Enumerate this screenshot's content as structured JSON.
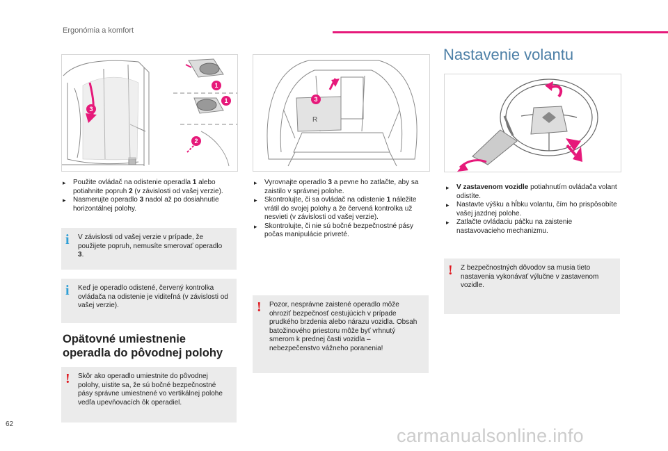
{
  "header": {
    "section_title": "Ergonómia a komfort"
  },
  "page_number": "62",
  "watermark": "carmanualsonline.info",
  "colors": {
    "accent": "#e6197a",
    "info_icon": "#2f9fd6",
    "warning_icon": "#e0181f",
    "title": "#4c7fa6",
    "note_bg": "#ebebeb"
  },
  "figures": {
    "seat": {
      "callouts": [
        "1",
        "1",
        "2",
        "3"
      ]
    },
    "trunk": {
      "callouts": [
        "3"
      ]
    },
    "steering": {}
  },
  "col1": {
    "bullets": [
      [
        "Použite ovládač na odistenie operadla ",
        "1",
        " alebo potiahnite popruh ",
        "2",
        " (v závislosti od vašej verzie)."
      ],
      [
        "Nasmerujte operadlo ",
        "3",
        " nadol až po dosiahnutie horizontálnej polohy."
      ]
    ],
    "info1": [
      "V závislosti od vašej verzie v prípade, že použijete popruh, nemusíte smerovať operadlo ",
      "3",
      "."
    ],
    "info2": "Keď je operadlo odistené, červený kontrolka ovládača na odistenie je viditeľná (v závislosti od vašej verzie).",
    "section_title_line1": "Opätovné umiestnenie",
    "section_title_line2": "operadla do pôvodnej polohy",
    "warning": "Skôr ako operadlo umiestnite do pôvodnej polohy, uistite sa, že sú bočné bezpečnostné pásy správne umiestnené vo vertikálnej polohe vedľa upevňovacích ôk operadiel."
  },
  "col2": {
    "bullets": [
      [
        "Vyrovnajte operadlo ",
        "3",
        " a pevne ho zatlačte, aby sa zaistilo v správnej polohe."
      ],
      [
        "Skontrolujte, či sa ovládač na odistenie ",
        "1",
        " náležite vrátil do svojej polohy a že červená kontrolka už nesvieti (v závislosti od vašej verzie)."
      ],
      [
        "Skontrolujte, či nie sú bočné bezpečnostné pásy počas manipulácie privreté."
      ]
    ],
    "warning": "Pozor, nesprávne zaistené operadlo môže ohroziť bezpečnosť cestujúcich v prípade prudkého brzdenia alebo nárazu vozidla. Obsah batožinového priestoru môže byť vrhnutý smerom k prednej časti vozidla – nebezpečenstvo vážneho poranenia!"
  },
  "col3": {
    "title": "Nastavenie volantu",
    "bullets": [
      [
        "",
        "V zastavenom vozidle",
        " potiahnutím ovládača volant odistíte."
      ],
      [
        "Nastavte výšku a hĺbku volantu, čím ho prispôsobíte vašej jazdnej polohe."
      ],
      [
        "Zatlačte ovládaciu páčku na zaistenie nastavovacieho mechanizmu."
      ]
    ],
    "warning": "Z bezpečnostných dôvodov sa musia tieto nastavenia vykonávať výlučne v zastavenom vozidle."
  },
  "icons": {
    "bullet": "bullet-icon",
    "info": "info-icon",
    "warning": "warning-icon"
  }
}
